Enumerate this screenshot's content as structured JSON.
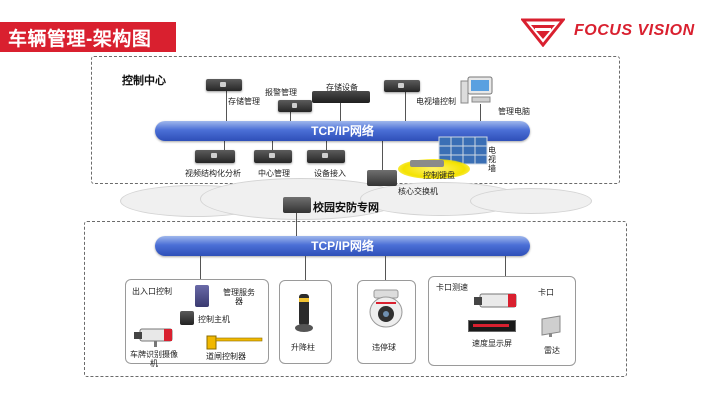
{
  "header": {
    "title": "车辆管理-架构图",
    "brand": "FOCUS VISION"
  },
  "colors": {
    "accent": "#d9202f",
    "bus": "#3f63c9"
  },
  "control_center": {
    "title": "控制中心",
    "bus_label": "TCP/IP网络",
    "devices": {
      "storage_mgmt": "存储管理",
      "alarm_mgmt": "报警管理",
      "storage_device": "存储设备",
      "tv_wall_ctrl": "电视墙控制",
      "mgmt_pc": "管理电脑",
      "video_analysis": "视频结构化分析",
      "center_mgmt": "中心管理",
      "device_access": "设备接入",
      "control_keyboard": "控制键盘",
      "tv_wall": "电视墙",
      "core_switch": "核心交换机"
    }
  },
  "campus": {
    "network_label": "校园安防专网",
    "bus_label": "TCP/IP网络",
    "entrance": {
      "title": "出入口控制",
      "mgmt_server": "管理服务器",
      "control_host": "控制主机",
      "camera": "车牌识别摄像机",
      "gate": "道闸控制器"
    },
    "bollard": "升降柱",
    "dome": "违停球",
    "checkpoint": {
      "title": "卡口测速",
      "kakou": "卡口",
      "display": "速度显示屏",
      "radar": "雷达"
    }
  }
}
